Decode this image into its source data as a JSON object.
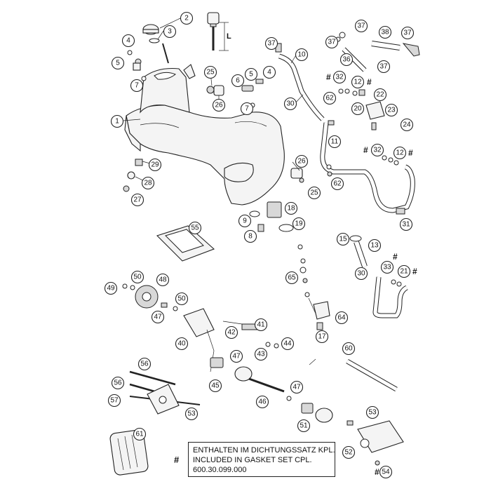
{
  "diagram": {
    "dimension_label": "L",
    "hash_symbol": "#",
    "legend": {
      "line1": "ENTHALTEN IM DICHTUNGSSATZ KPL.",
      "line2": "INCLUDED IN GASKET SET CPL.",
      "line3": "600.30.099.000"
    },
    "callouts": [
      "2",
      "3",
      "4",
      "5",
      "7",
      "1",
      "25",
      "26",
      "6",
      "5",
      "4",
      "7",
      "37",
      "10",
      "30",
      "37",
      "38",
      "37",
      "37",
      "36",
      "37",
      "32",
      "12",
      "62",
      "22",
      "20",
      "23",
      "24",
      "11",
      "32",
      "12",
      "62",
      "31",
      "29",
      "28",
      "27",
      "26",
      "25",
      "18",
      "9",
      "19",
      "8",
      "55",
      "15",
      "13",
      "30",
      "33",
      "21",
      "65",
      "64",
      "17",
      "50",
      "48",
      "49",
      "50",
      "47",
      "42",
      "41",
      "40",
      "43",
      "44",
      "47",
      "45",
      "47",
      "46",
      "60",
      "56",
      "56",
      "57",
      "53",
      "51",
      "53",
      "61",
      "52",
      "54"
    ]
  }
}
